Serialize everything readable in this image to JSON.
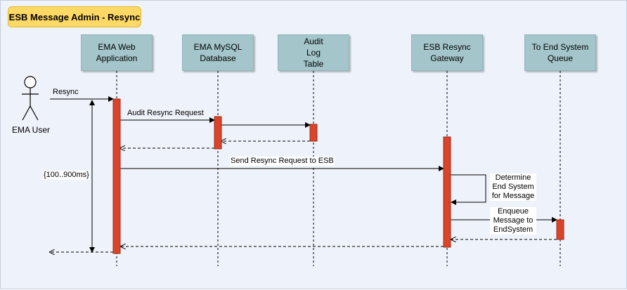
{
  "title": "ESB Message Admin - Resync",
  "actor": {
    "label": "EMA User"
  },
  "lanes": [
    {
      "label": "EMA Web\nApplication"
    },
    {
      "label": "EMA MySQL\nDatabase"
    },
    {
      "label": "Audit\nLog\nTable"
    },
    {
      "label": "ESB Resync\nGateway"
    },
    {
      "label": "To End System\nQueue"
    }
  ],
  "messages": {
    "resync": "Resync",
    "audit_request": "Audit Resync Request",
    "send_request": "Send Resync Request to ESB",
    "determine": "Determine\nEnd System\nfor Message",
    "enqueue": "Enqueue\nMessage to\nEndSystem"
  },
  "duration": "{100..900ms}",
  "colors": {
    "activation": "#d9442b",
    "lane_header": "#a4c6ca",
    "title_box": "#ffd966"
  }
}
